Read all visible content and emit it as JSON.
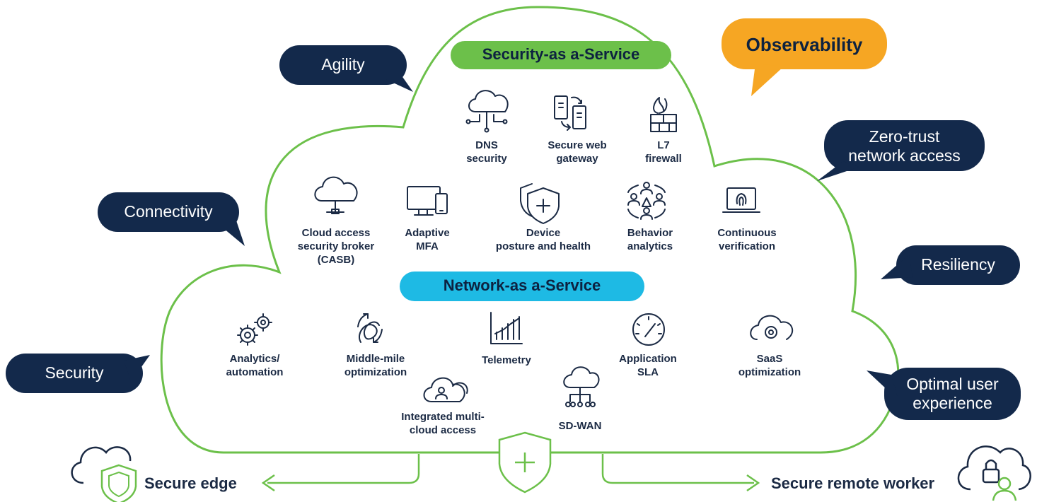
{
  "pills": {
    "security_service": "Security-as a-Service",
    "network_service": "Network-as a-Service",
    "observability": "Observability"
  },
  "bubbles": {
    "agility": "Agility",
    "connectivity": "Connectivity",
    "security": "Security",
    "zero_trust": "Zero-trust\nnetwork access",
    "resiliency": "Resiliency",
    "optimal_ux": "Optimal user\nexperience"
  },
  "security_items": [
    {
      "label": "DNS\nsecurity",
      "icon": "cloud-network-icon"
    },
    {
      "label": "Secure web\ngateway",
      "icon": "devices-sync-icon"
    },
    {
      "label": "L7\nfirewall",
      "icon": "firewall-icon"
    },
    {
      "label": "Cloud access\nsecurity broker\n(CASB)",
      "icon": "cloud-access-icon"
    },
    {
      "label": "Adaptive\nMFA",
      "icon": "monitor-phone-icon"
    },
    {
      "label": "Device\nposture and health",
      "icon": "shield-plus-icon"
    },
    {
      "label": "Behavior\nanalytics",
      "icon": "behavior-users-icon"
    },
    {
      "label": "Continuous\nverification",
      "icon": "laptop-fingerprint-icon"
    }
  ],
  "network_items": [
    {
      "label": "Analytics/\nautomation",
      "icon": "gears-icon"
    },
    {
      "label": "Middle-mile\noptimization",
      "icon": "infinity-arrows-icon"
    },
    {
      "label": "Telemetry",
      "icon": "chart-icon"
    },
    {
      "label": "Application\nSLA",
      "icon": "gauge-icon"
    },
    {
      "label": "SaaS\noptimization",
      "icon": "cloud-gear-icon"
    },
    {
      "label": "Integrated multi-\ncloud access",
      "icon": "cloud-user-icon"
    },
    {
      "label": "SD-WAN",
      "icon": "cloud-tree-icon"
    }
  ],
  "bottom": {
    "secure_edge": "Secure edge",
    "secure_remote_worker": "Secure remote worker"
  },
  "colors": {
    "navy": "#13294b",
    "green": "#6cc04a",
    "cyan": "#1ebae4",
    "orange": "#f6a623",
    "text": "#1b2a44"
  }
}
